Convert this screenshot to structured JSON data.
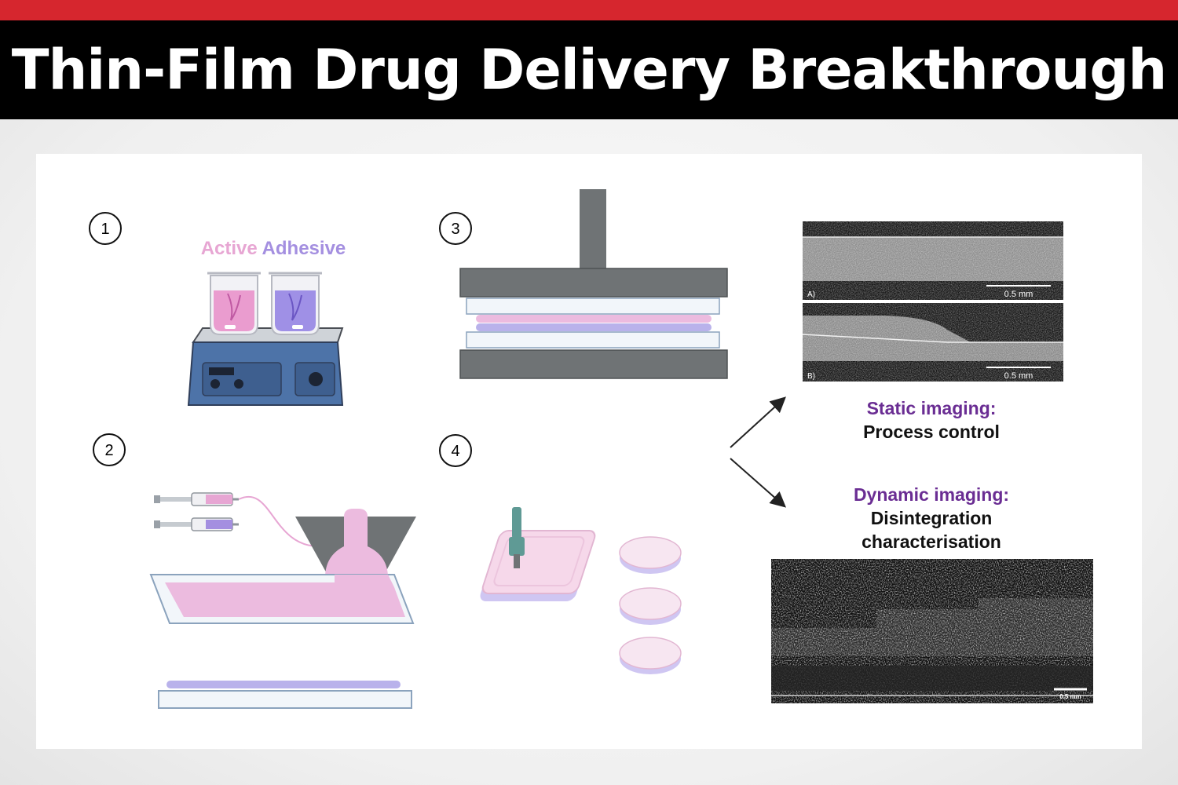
{
  "header": {
    "title": "Thin-Film Drug Delivery Breakthrough"
  },
  "steps": [
    "1",
    "2",
    "3",
    "4"
  ],
  "active_adhesive": {
    "word1": "Active",
    "word2": "Adhesive"
  },
  "static_imaging": {
    "heading": "Static imaging:",
    "sub": "Process control"
  },
  "dynamic_imaging": {
    "heading": "Dynamic imaging:",
    "line1": "Disintegration",
    "line2": "characterisation"
  },
  "scans": {
    "a_label": "A)",
    "a_scale": "0.5 mm",
    "b_label": "B)",
    "b_scale": "0.5 mm",
    "dynamic_scale": "0.5 mm"
  },
  "colors": {
    "accent_red": "#d6262e",
    "pink": "#e7a6d3",
    "purple": "#a48fe0",
    "heading_purple": "#6a2d93",
    "press_gray": "#6f7375"
  }
}
